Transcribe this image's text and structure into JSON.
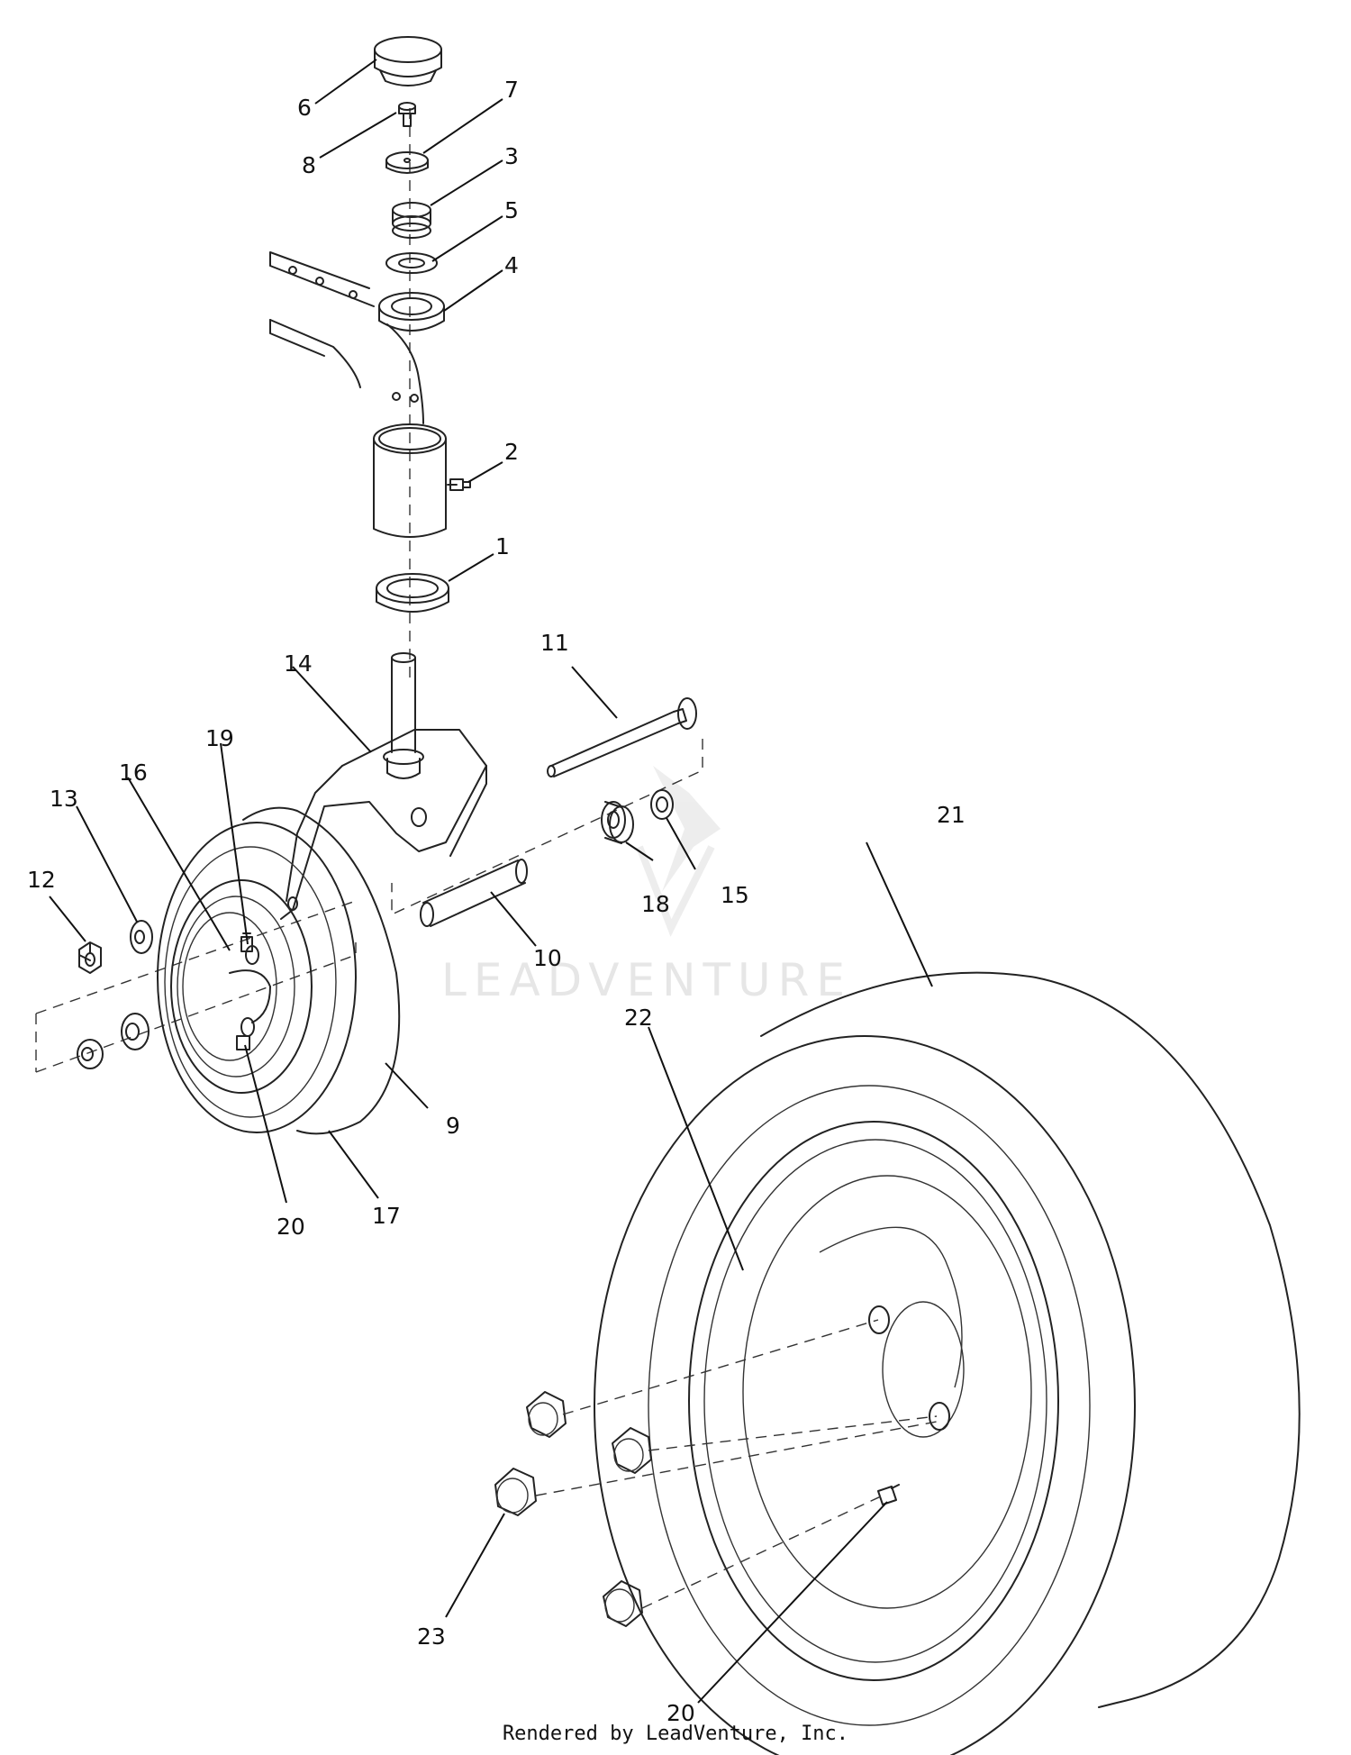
{
  "watermark": "LEADVENTURE",
  "credit": "Rendered by LeadVenture, Inc.",
  "callouts": {
    "c1": "1",
    "c2": "2",
    "c3": "3",
    "c4": "4",
    "c5": "5",
    "c6": "6",
    "c7": "7",
    "c8": "8",
    "c9": "9",
    "c10": "10",
    "c11": "11",
    "c12": "12",
    "c13": "13",
    "c14": "14",
    "c15": "15",
    "c16": "16",
    "c17": "17",
    "c18": "18",
    "c19": "19",
    "c20a": "20",
    "c20b": "20",
    "c21": "21",
    "c22": "22",
    "c23": "23"
  }
}
